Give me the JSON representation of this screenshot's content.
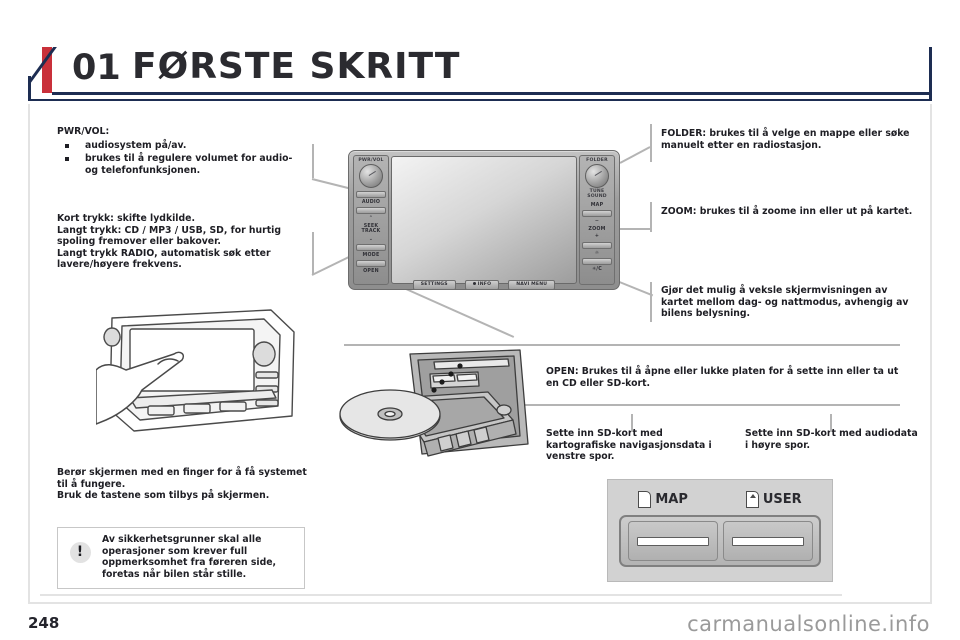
{
  "header": {
    "chapter_number": "01",
    "chapter_title": "FØRSTE SKRITT"
  },
  "footer": {
    "page_number": "248",
    "watermark": "carmanualsonline.info"
  },
  "callouts": {
    "pwr_vol": {
      "label": "PWR/VOL:",
      "bullets": [
        "audiosystem på/av.",
        "brukes til å regulere volumet for audio- og telefonfunksjonen."
      ]
    },
    "seek_track": {
      "lines": [
        "Kort trykk: skifte lydkilde.",
        "Langt trykk: CD / MP3 / USB, SD, for hurtig spoling fremover eller bakover.",
        "Langt trykk RADIO, automatisk søk etter lavere/høyere frekvens."
      ]
    },
    "touchscreen": {
      "lines": [
        "Berør skjermen med en finger for å få systemet til å fungere.",
        "Bruk de tastene som tilbys på skjermen."
      ]
    },
    "warning": {
      "icon": "warning-exclamation-icon",
      "text": "Av sikkerhetsgrunner skal alle operasjoner som krever full oppmerksomhet fra føreren side, foretas når bilen står stille."
    },
    "folder": {
      "text": "FOLDER: brukes til å velge en mappe eller søke manuelt etter en radiostasjon."
    },
    "zoom": {
      "text": "ZOOM: brukes til å zoome inn eller ut på kartet."
    },
    "daynight": {
      "text": "Gjør det mulig å veksle skjermvisningen av kartet mellom dag- og nattmodus, avhengig av bilens belysning."
    },
    "open": {
      "text": "OPEN: Brukes til å åpne eller lukke platen for å sette inn eller ta ut en CD eller SD-kort."
    },
    "sd_left": {
      "text": "Sette inn SD-kort med kartografiske navigasjonsdata i venstre spor."
    },
    "sd_right": {
      "text": "Sette inn SD-kort med audiodata i høyre spor."
    }
  },
  "head_unit": {
    "left_column": {
      "knob_label": "PWR/VOL",
      "buttons": [
        "AUDIO",
        "SEEK\nTRACK",
        "MODE",
        "OPEN"
      ],
      "seek_up": "⌃",
      "seek_down": "⌄"
    },
    "right_column": {
      "knob_label_top": "FOLDER",
      "knob_label_bottom": "TUNE SOUND",
      "buttons": [
        "MAP",
        "ZOOM",
        "✳/C"
      ],
      "zoom_minus": "−",
      "zoom_plus": "+",
      "daynight_icon": "sun-moon-icon"
    },
    "bottom_buttons": [
      "SETTINGS",
      "INFO",
      "NAVI MENU"
    ]
  },
  "sd_panel": {
    "slots": [
      {
        "label": "MAP",
        "icon": "sd-card-icon"
      },
      {
        "label": "USER",
        "icon": "sd-card-icon"
      }
    ]
  },
  "colors": {
    "accent_red": "#c9303a",
    "rule_blue": "#1d2d52",
    "text": "#1e1e24",
    "leader_grey": "#b4b4b4"
  }
}
